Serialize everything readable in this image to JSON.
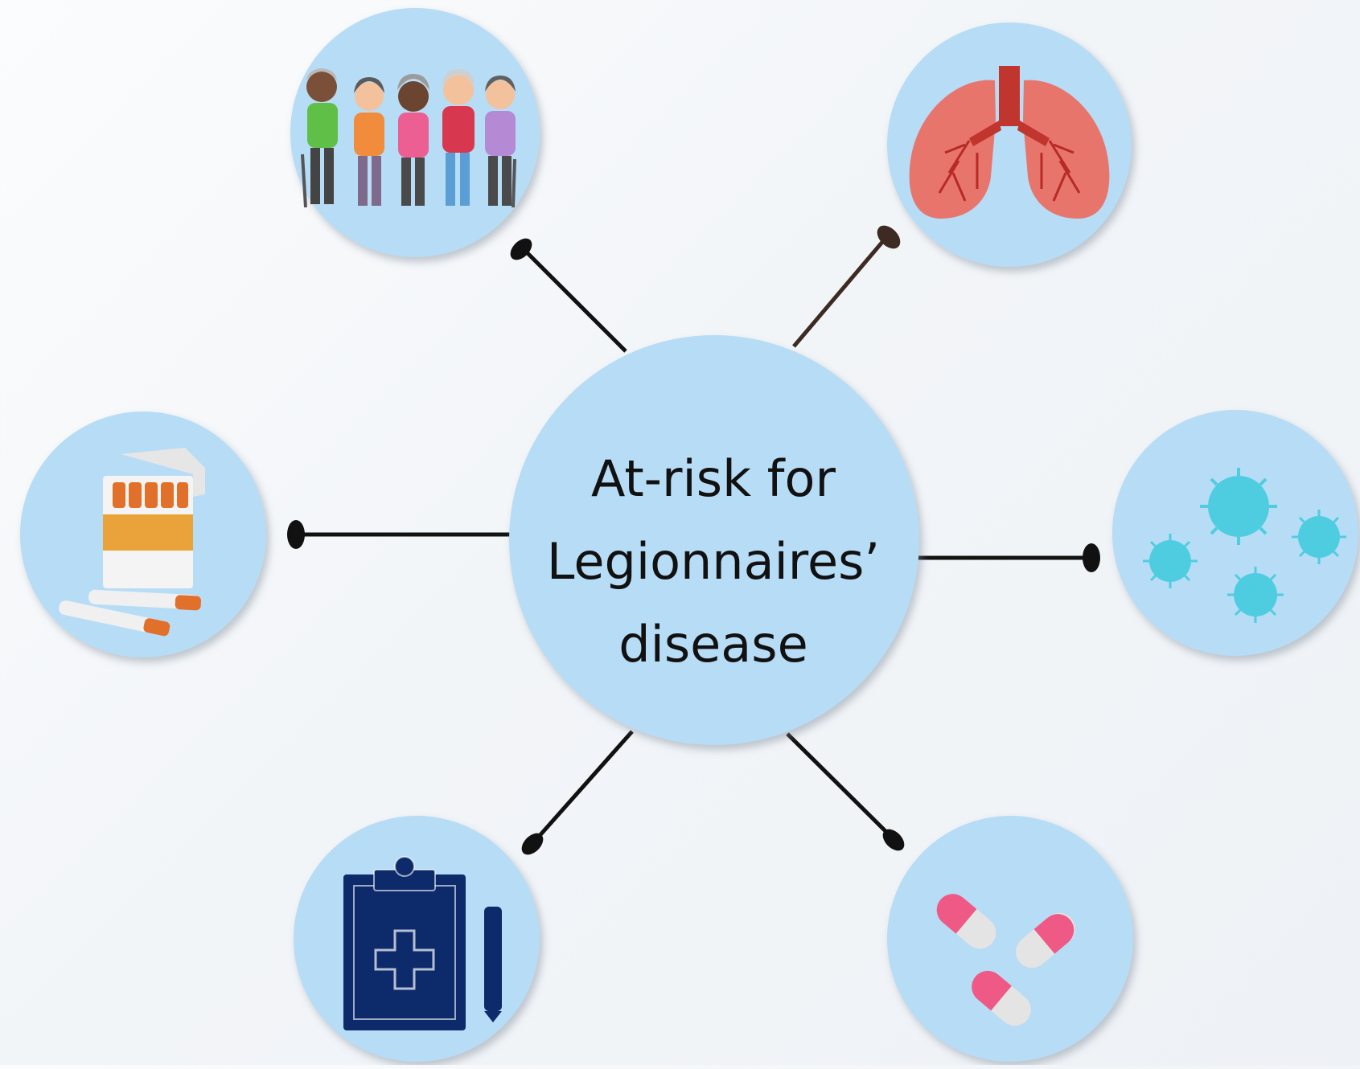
{
  "diagram": {
    "center": {
      "lines": [
        "At-risk for",
        "Legionnaires’",
        "disease"
      ]
    },
    "nodes": [
      {
        "id": "older-adults",
        "icon": "elderly-group-icon"
      },
      {
        "id": "lung-disease",
        "icon": "lungs-icon"
      },
      {
        "id": "smoking",
        "icon": "cigarettes-icon"
      },
      {
        "id": "infection",
        "icon": "virus-icon"
      },
      {
        "id": "medical-condition",
        "icon": "clipboard-medical-icon"
      },
      {
        "id": "medication",
        "icon": "pills-icon"
      }
    ],
    "colors": {
      "circle_fill": "#b7dcf5",
      "connector": "#111111",
      "connector_brown": "#3d2a22",
      "text": "#111111"
    }
  }
}
